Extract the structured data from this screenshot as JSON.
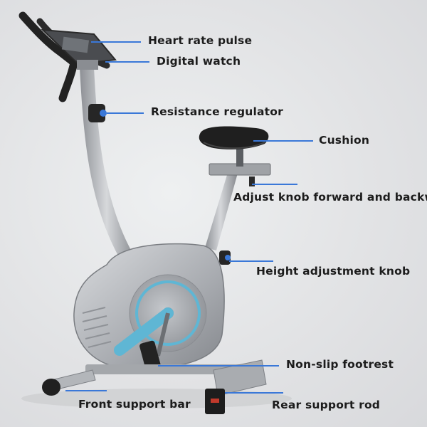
{
  "labels": {
    "heart_rate_pulse": "Heart rate pulse",
    "digital_watch": "Digital watch",
    "resistance_regulator": "Resistance regulator",
    "cushion": "Cushion",
    "adjust_knob": "Adjust knob forward and backwa",
    "height_adjustment_knob": "Height adjustment knob",
    "non_slip_footrest": "Non-slip footrest",
    "front_support_bar": "Front support bar",
    "rear_support_rod": "Rear support rod"
  },
  "colors": {
    "leader_line": "#3a78d8",
    "frame": "#a9acb0",
    "accent": "#5fb6d4",
    "dark": "#2a2a2a"
  }
}
